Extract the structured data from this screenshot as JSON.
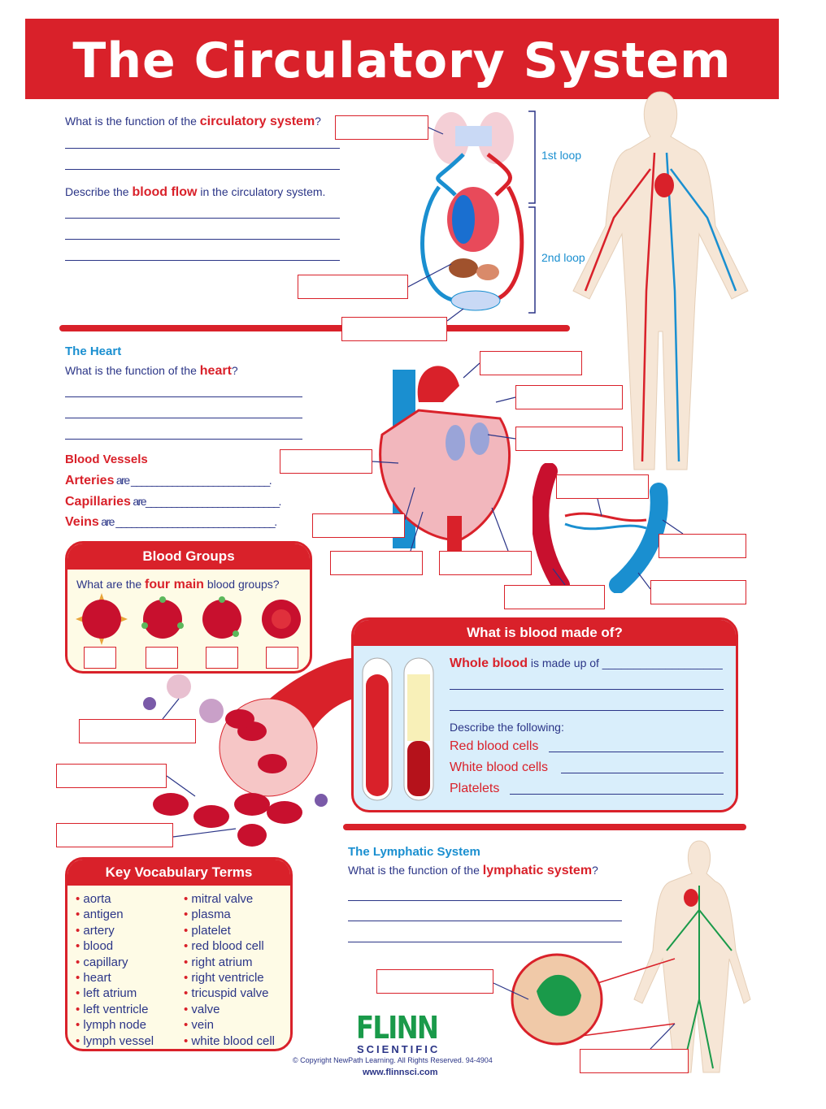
{
  "title": "The Circulatory System",
  "q1": {
    "pre": "What is the function of the ",
    "em": "circulatory system",
    "post": "?"
  },
  "q2": {
    "pre": "Describe the ",
    "em": "blood flow",
    "post": " in the circulatory system."
  },
  "loops": {
    "first": "1st loop",
    "second": "2nd loop"
  },
  "heart": {
    "heading": "The Heart",
    "pre": "What is the function of the ",
    "em": "heart",
    "post": "?"
  },
  "vessels": {
    "heading": "Blood Vessels",
    "items": [
      {
        "term": "Arteries",
        "rest": " are ___________________________."
      },
      {
        "term": "Capillaries",
        "rest": " are__________________________."
      },
      {
        "term": "Veins",
        "rest": " are _______________________________."
      }
    ]
  },
  "groups": {
    "heading": "Blood Groups",
    "pre": "What are the ",
    "em": "four main",
    "post": " blood groups?"
  },
  "blood": {
    "heading": "What is blood made of?",
    "pre_em": "Whole blood",
    "pre": " is made up of ___________________",
    "describe": "Describe the following:",
    "items": [
      "Red blood cells",
      "White blood cells",
      "Platelets"
    ]
  },
  "lymph": {
    "heading": "The Lymphatic System",
    "pre": "What is the function of the ",
    "em": "lymphatic system",
    "post": "?"
  },
  "vocab": {
    "heading": "Key Vocabulary Terms",
    "col1": [
      "aorta",
      "antigen",
      "artery",
      "blood",
      "capillary",
      "heart",
      "left atrium",
      "left ventricle",
      "lymph node",
      "lymph vessel"
    ],
    "col2": [
      "mitral valve",
      "plasma",
      "platelet",
      "red blood cell",
      "right atrium",
      "right ventricle",
      "tricuspid valve",
      "valve",
      "vein",
      "white blood cell"
    ]
  },
  "footer": {
    "brand": "FLINN",
    "brand_sub": "SCIENTIFIC",
    "copyright": "© Copyright NewPath Learning. All Rights Reserved. 94-4904",
    "url": "www.flinnsci.com"
  },
  "colors": {
    "red": "#d9212a",
    "navy": "#2b3587",
    "blue": "#1a8fd0",
    "green": "#1a9a4a"
  }
}
